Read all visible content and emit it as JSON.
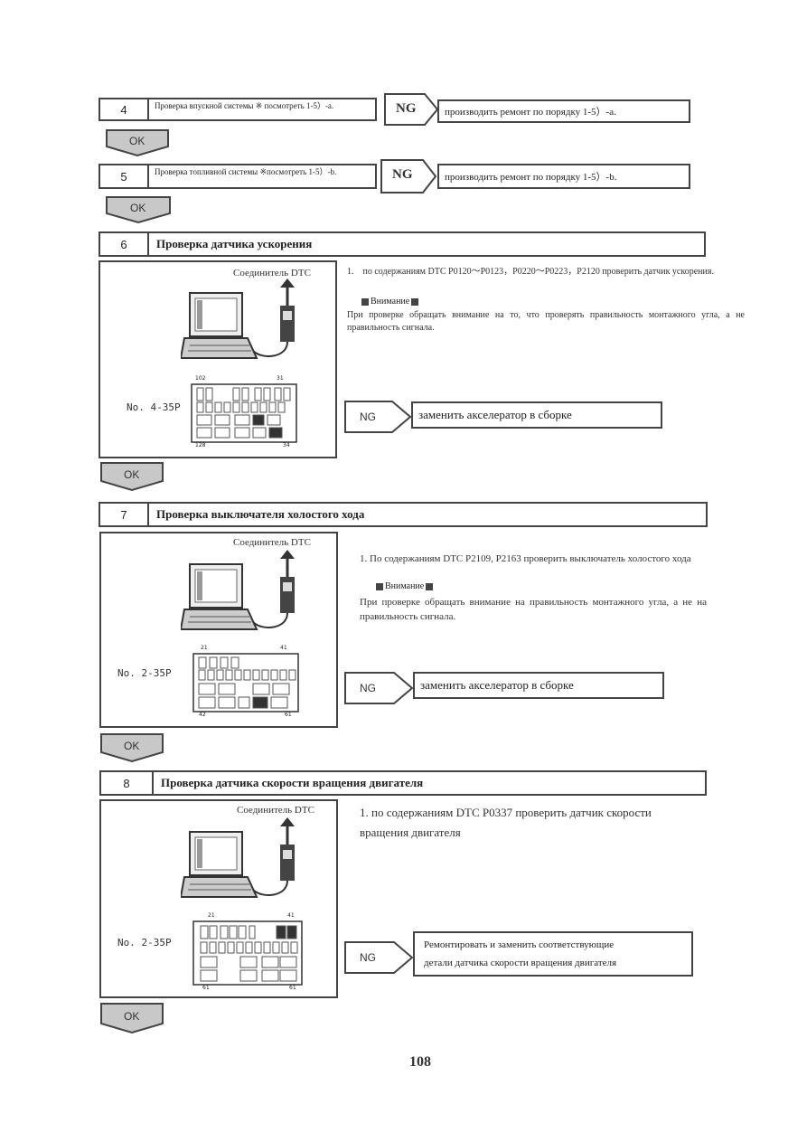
{
  "steps": {
    "s4": {
      "num": "4",
      "title": "Проверка впускной системы ※ посмотреть 1-5）-a.",
      "ng": "NG",
      "ng_text": "производить ремонт по порядку 1-5）-a.",
      "ok": "OK"
    },
    "s5": {
      "num": "5",
      "title": "Проверка топливной системы ※посмотреть 1-5）-b.",
      "ng": "NG",
      "ng_text": "производить ремонт по порядку 1-5）-b.",
      "ok": "OK"
    },
    "s6": {
      "num": "6",
      "title": "Проверка датчика ускорения",
      "connector": "Соединитель DTC",
      "item": "1.　по содержаниям DTC P0120～P0123，P0220～P0223，P2120 проверить датчик ускорения.",
      "attention": "Внимание",
      "note": "При проверке обращать внимание на то, что проверять правильность монтажного угла, а не правильность сигнала.",
      "part": "No. 4-35P",
      "ng": "NG",
      "ng_text": "заменить акселератор в сборке",
      "ok": "OK",
      "pins": {
        "tl": "102",
        "tr": "31",
        "bl": "128",
        "br": "34"
      }
    },
    "s7": {
      "num": "7",
      "title": "Проверка выключателя холостого хода",
      "connector": "Соединитель DTC",
      "item": "1. По содержаниям DTC P2109, P2163 проверить выключатель холостого хода",
      "attention": "Внимание",
      "note": "При проверке обращать внимание на правильность монтажного угла, а не на правильность сигнала.",
      "part": "No. 2-35P",
      "ng": "NG",
      "ng_text": "заменить акселератор в сборке",
      "ok": "OK",
      "pins": {
        "tl": "21",
        "tr": "41",
        "bl": "42",
        "br": "61"
      }
    },
    "s8": {
      "num": "8",
      "title": "Проверка датчика скорости вращения двигателя",
      "connector": "Соединитель DTC",
      "item": "1. по содержаниям DTC P0337 проверить датчик скорости вращения двигателя",
      "part": "No. 2-35P",
      "ng": "NG",
      "ng_text_1": "Ремонтировать и заменить соответствующие",
      "ng_text_2": "детали датчика скорости вращения двигателя",
      "ok": "OK",
      "pins": {
        "tl": "21",
        "tr": "41",
        "bl": "61",
        "br": "61"
      }
    }
  },
  "page_number": "108"
}
